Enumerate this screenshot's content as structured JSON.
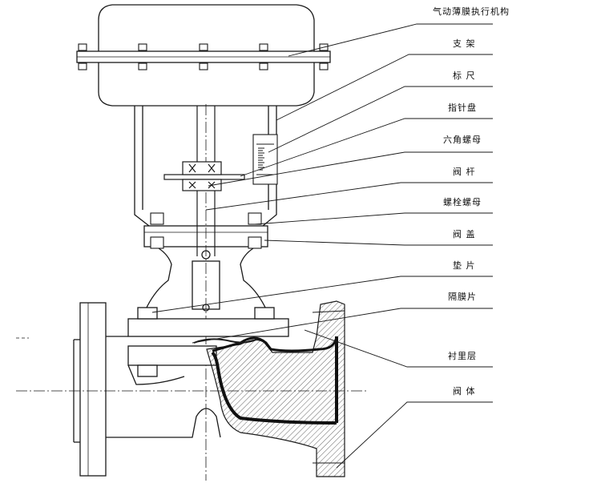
{
  "diagram": {
    "labels": [
      "气动薄膜执行机构",
      "支  架",
      "标  尺",
      "指针盘",
      "六角螺母",
      "阀  杆",
      "螺栓螺母",
      "阀  盖",
      "垫  片",
      "隔膜片",
      "衬里层",
      "阀  体"
    ]
  },
  "colors": {
    "line": "#1a1a1a",
    "hatch": "#555555",
    "lining": "#111111",
    "background": "#ffffff"
  }
}
